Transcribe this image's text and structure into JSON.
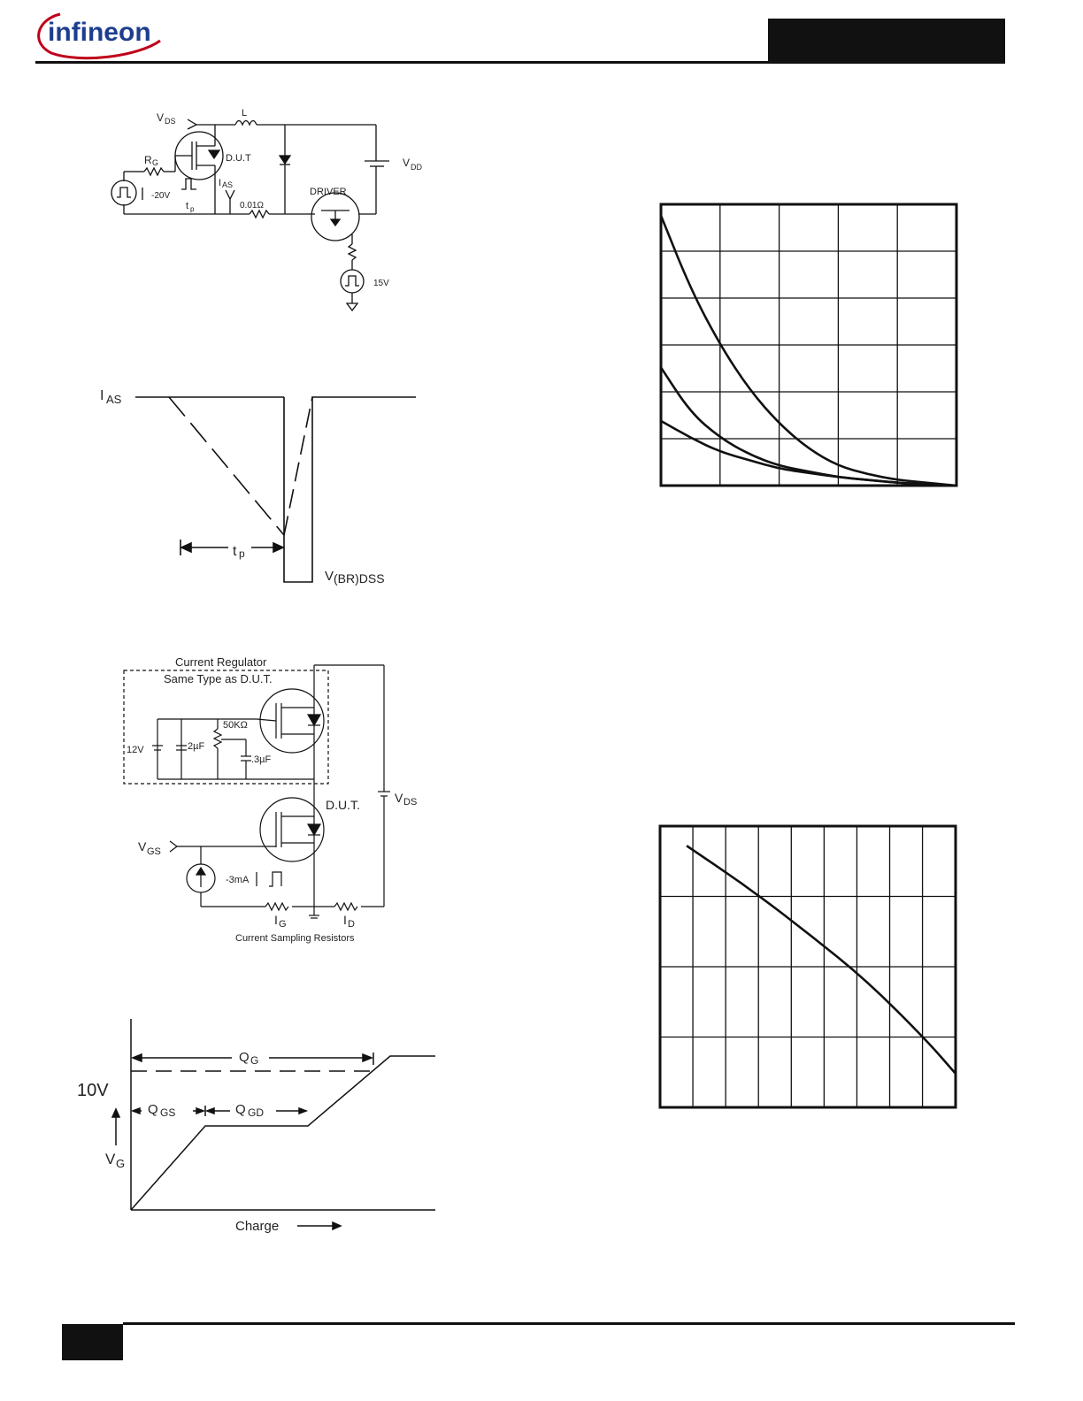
{
  "header": {
    "logo_text": "infineon"
  },
  "fig_avalanche_circuit": {
    "vds": "V",
    "vds_sub": "DS",
    "l": "L",
    "rg": "R",
    "rg_sub": "G",
    "dut": "D.U.T",
    "vdd": "V",
    "vdd_sub": "DD",
    "ias": "I",
    "ias_sub": "AS",
    "src_v": "-20V",
    "tp": "t",
    "tp_sub": "p",
    "res": "0.01Ω",
    "driver": "DRIVER",
    "v15": "15V"
  },
  "fig_avalanche_waveform": {
    "ias": "I",
    "ias_sub": "AS",
    "tp": "t",
    "tp_sub": "p",
    "vbr": "V",
    "vbr_sub": "(BR)DSS"
  },
  "fig_gate_charge_circuit": {
    "reg_title": "Current  Regulator",
    "reg_sub": "Same  Type  as  D.U.T.",
    "v12": "12V",
    "c2": "2µF",
    "r50k": "50KΩ",
    "c3": ".3µF",
    "dut": "D.U.T.",
    "vds": "V",
    "vds_sub": "DS",
    "vgs": "V",
    "vgs_sub": "GS",
    "ma": "-3mA",
    "ig": "I",
    "ig_sub": "G",
    "id": "I",
    "id_sub": "D",
    "sampling": "Current  Sampling  Resistors"
  },
  "fig_gate_charge_waveform": {
    "v10": "10V",
    "qg": "Q",
    "qg_sub": "G",
    "qgs": "Q",
    "qgs_sub": "GS",
    "qgd": "Q",
    "qgd_sub": "GD",
    "vg": "V",
    "vg_sub": "G",
    "charge": "Charge"
  },
  "chart_data": [
    {
      "type": "line",
      "title": "",
      "xlabel": "",
      "ylabel": "",
      "grid": true,
      "x": [
        0,
        0.1,
        0.2,
        0.3,
        0.4,
        0.5,
        0.6,
        0.7,
        0.8,
        0.9,
        1.0
      ],
      "series": [
        {
          "values": [
            0.96,
            0.7,
            0.5,
            0.34,
            0.22,
            0.13,
            0.07,
            0.04,
            0.02,
            0.01,
            0.0
          ]
        },
        {
          "values": [
            0.42,
            0.26,
            0.17,
            0.11,
            0.07,
            0.05,
            0.03,
            0.02,
            0.01,
            0.005,
            0.0
          ]
        },
        {
          "values": [
            0.23,
            0.17,
            0.12,
            0.09,
            0.06,
            0.045,
            0.03,
            0.02,
            0.01,
            0.005,
            0.0
          ]
        }
      ]
    },
    {
      "type": "line",
      "title": "",
      "xlabel": "",
      "ylabel": "",
      "grid": true,
      "x": [
        0.09,
        0.3,
        0.5,
        0.7,
        0.9,
        1.0
      ],
      "series": [
        {
          "values": [
            0.93,
            0.78,
            0.62,
            0.45,
            0.24,
            0.12
          ]
        }
      ]
    }
  ]
}
